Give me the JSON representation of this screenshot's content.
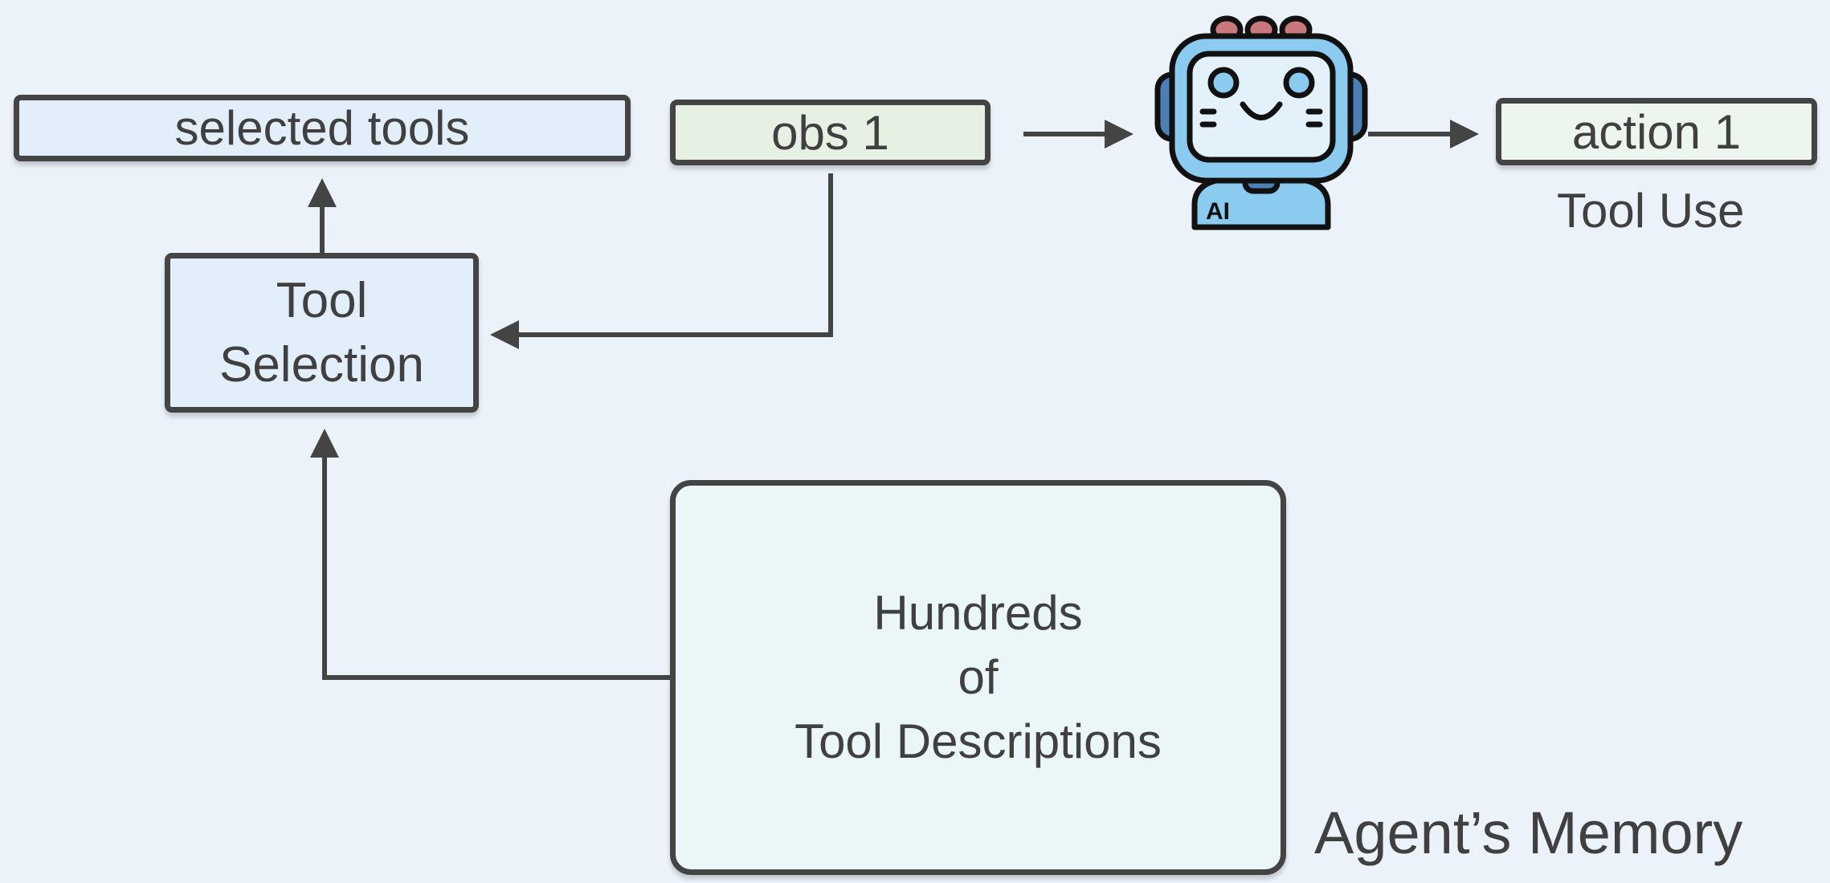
{
  "diagram": {
    "nodes": {
      "selected_tools": {
        "label": "selected tools",
        "fill": "#E2EEF9"
      },
      "obs": {
        "label": "obs 1",
        "fill": "#E6F0E3"
      },
      "action": {
        "label": "action 1",
        "fill": "#ECF5EE"
      },
      "tool_selection": {
        "line1": "Tool",
        "line2": "Selection",
        "fill": "#E2EEF9"
      },
      "memory": {
        "line1": "Hundreds",
        "line2": "of",
        "line3": "Tool Descriptions",
        "fill": "#EAF6F8"
      },
      "agent": {
        "badge": "AI"
      }
    },
    "labels": {
      "tool_use": "Tool Use",
      "agents_memory": "Agent’s Memory"
    },
    "edges": [
      {
        "from": "obs",
        "to": "agent"
      },
      {
        "from": "agent",
        "to": "action"
      },
      {
        "from": "tool_selection",
        "to": "selected_tools"
      },
      {
        "from": "obs",
        "to": "tool_selection"
      },
      {
        "from": "memory",
        "to": "tool_selection"
      }
    ],
    "colors": {
      "stroke": "#444444",
      "text": "#404040",
      "background": "#ECF2FA"
    }
  }
}
